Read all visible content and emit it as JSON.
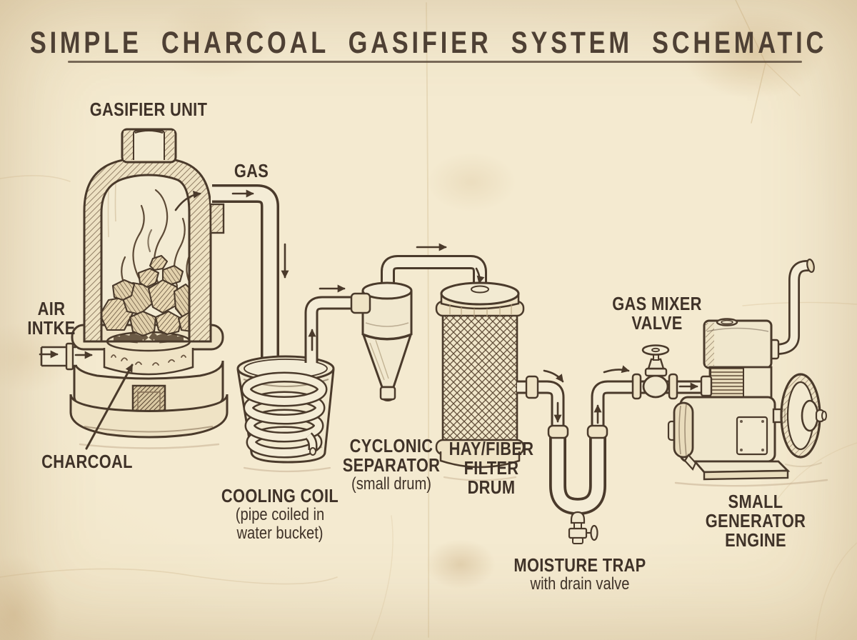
{
  "title": {
    "text": "SIMPLE CHARCOAL GASIFIER SYSTEM SCHEMATIC"
  },
  "palette": {
    "paper": "#efe4c6",
    "ink": "#4a3a2b",
    "label_color": "#3f3228",
    "title_color": "#4e4034",
    "stain": "#d9c194",
    "tube_fill": "#f4ecd6"
  },
  "annotations": {
    "gasifier_unit": [
      "GASIFIER UNIT"
    ],
    "gas": [
      "GAS"
    ],
    "air_intake": [
      "AIR",
      "INTKE"
    ],
    "charcoal": [
      "CHARCOAL"
    ],
    "cooling_coil": [
      "COOLING COIL",
      "(pipe coiled in",
      "water bucket)"
    ],
    "cyclonic_separator": [
      "CYCLONIC",
      "SEPARATOR",
      "(small drum)"
    ],
    "filter_drum": [
      "HAY/FIBER",
      "FILTER",
      "DRUM"
    ],
    "gas_mixer_valve": [
      "GAS MIXER",
      "VALVE"
    ],
    "moisture_trap": [
      "MOISTURE TRAP",
      "with drain valve"
    ],
    "generator_engine": [
      "SMALL",
      "GENERATOR",
      "ENGINE"
    ]
  }
}
